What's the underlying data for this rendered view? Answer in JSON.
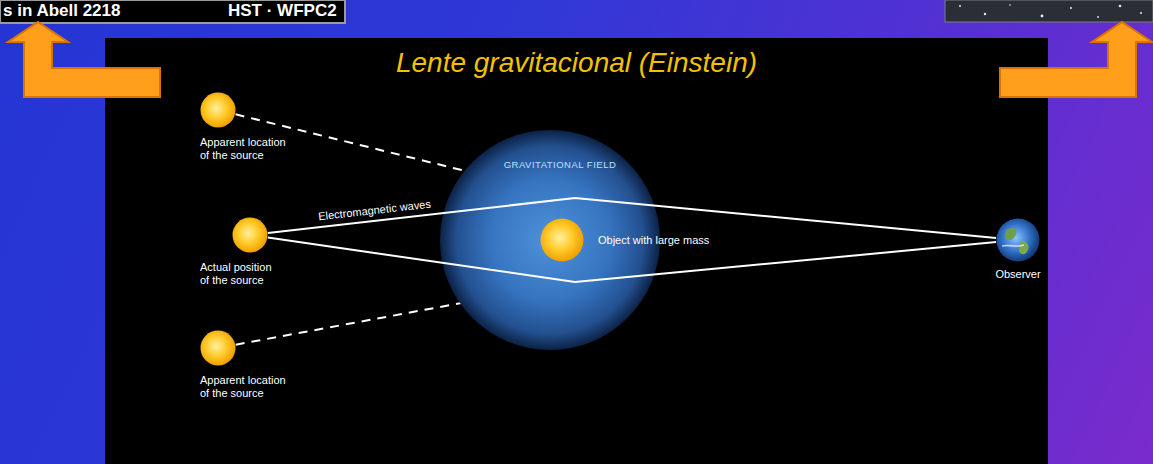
{
  "diagram": {
    "title": "Lente gravitacional (Einstein)",
    "nodes": [
      {
        "text": [
          "Apparent location of the source"
        ]
      },
      {
        "text": [
          "Actual position of the source"
        ]
      },
      {
        "text": [
          "Apparent location of the source"
        ]
      },
      {
        "text": [
          "GRAVITATIONAL FIELD"
        ]
      },
      {
        "text": [
          "Object with large mass"
        ],
        "in": 3
      },
      {
        "text": [
          "Observer"
        ]
      }
    ],
    "edges": [
      {
        "from": 1,
        "to": 5,
        "label": "Electromagnetic waves",
        "arrow": "none"
      },
      {
        "from": 1,
        "to": 5,
        "arrow": "none"
      }
    ],
    "labels": [
      "s in Abell 2218",
      "HST · WFPC2"
    ]
  }
}
